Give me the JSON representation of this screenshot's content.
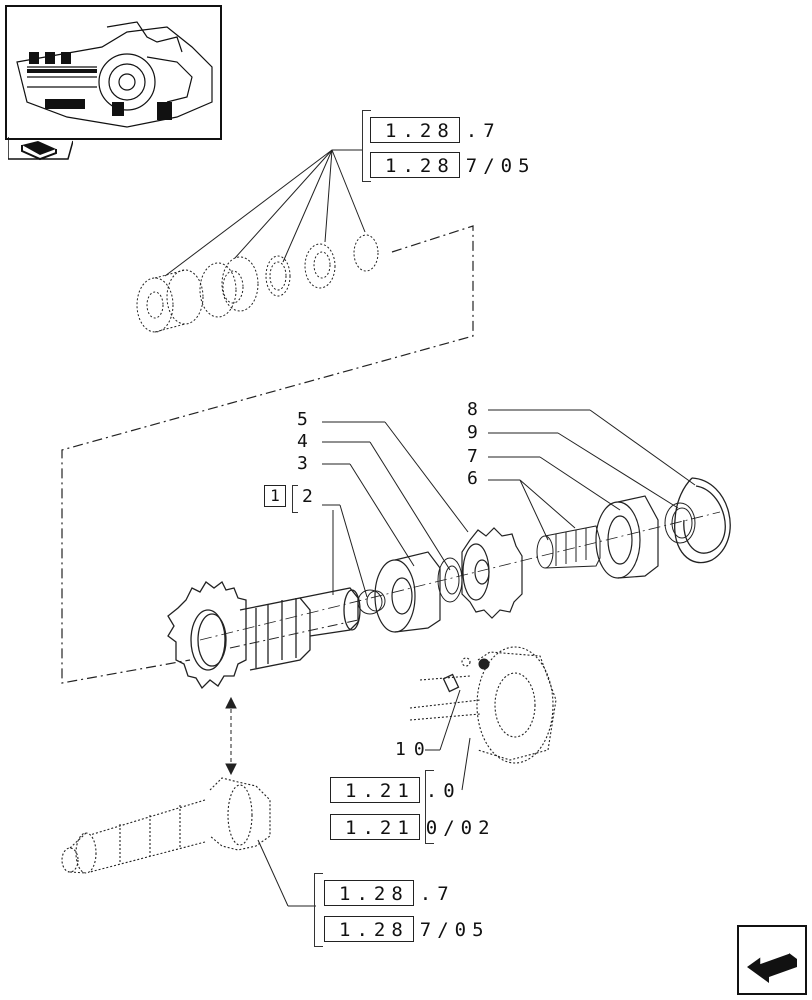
{
  "refs": {
    "top_1": {
      "box": "1.28",
      "suffix": ".7"
    },
    "top_2": {
      "box": "1.28",
      "suffix": "7/05"
    },
    "mid_1": {
      "box": "1.21",
      "suffix": ".0"
    },
    "mid_2": {
      "box": "1.21",
      "suffix": "0/02"
    },
    "bot_1": {
      "box": "1.28",
      "suffix": ".7"
    },
    "bot_2": {
      "box": "1.28",
      "suffix": "7/05"
    }
  },
  "callouts": {
    "n1": "1",
    "n2": "2",
    "n3": "3",
    "n4": "4",
    "n5": "5",
    "n6": "6",
    "n7": "7",
    "n8": "8",
    "n9": "9",
    "n10": "10"
  },
  "icons": [
    "thumbnail-image",
    "book-icon",
    "prev-page-icon"
  ],
  "colors": {
    "line": "#222222",
    "paper": "#ffffff"
  }
}
